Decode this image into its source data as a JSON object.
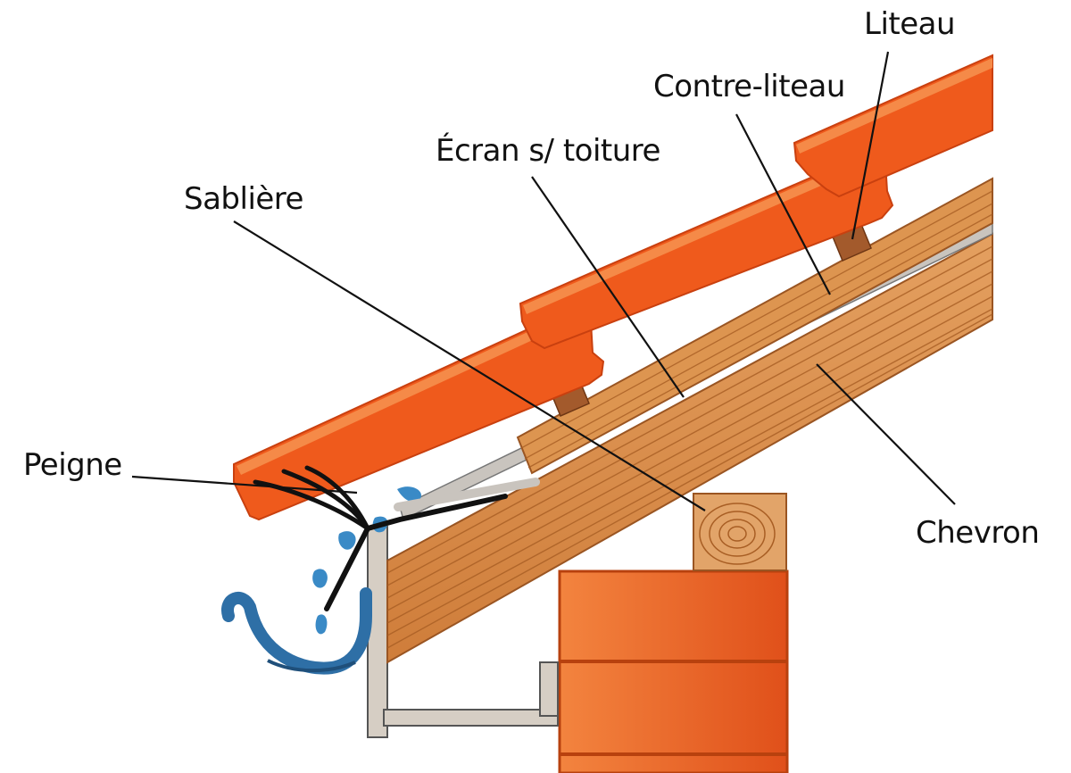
{
  "labels": {
    "liteau": "Liteau",
    "contre_liteau": "Contre-liteau",
    "ecran": "Écran s/ toiture",
    "sabliere": "Sablière",
    "peigne": "Peigne",
    "chevron": "Chevron"
  },
  "colors": {
    "tile": "#ef5a1c",
    "tile_dark": "#c9400f",
    "tile_light": "#f58a48",
    "wood": "#d98a45",
    "wood_light": "#e9a564",
    "wood_grain": "#a85e24",
    "membrane": "#c9c4be",
    "brick": "#e4561a",
    "brick_light": "#f07a38",
    "fascia": "#d6cec4",
    "gutter": "#2e6fa6",
    "water": "#3a8ac6",
    "comb": "#111111"
  }
}
